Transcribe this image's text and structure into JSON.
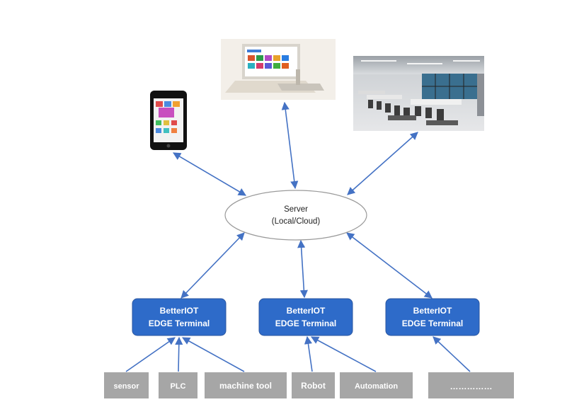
{
  "diagram": {
    "server": {
      "line1": "Server",
      "line2": "(Local/Cloud)"
    },
    "edge_terminals": [
      {
        "line1": "BetterIOT",
        "line2": "EDGE Terminal"
      },
      {
        "line1": "BetterIOT",
        "line2": "EDGE Terminal"
      },
      {
        "line1": "BetterIOT",
        "line2": "EDGE Terminal"
      }
    ],
    "devices": [
      "sensor",
      "PLC",
      "machine tool",
      "Robot",
      "Automation",
      "……………"
    ],
    "clients": [
      "smartphone-icon",
      "laptop-tablet-icon",
      "control-room-icon"
    ],
    "colors": {
      "arrow": "#4472c4",
      "terminal_fill": "#2e6bc9",
      "terminal_stroke": "#2a56a0",
      "device_fill": "#a6a6a6",
      "server_stroke": "#9a9a9a"
    }
  }
}
